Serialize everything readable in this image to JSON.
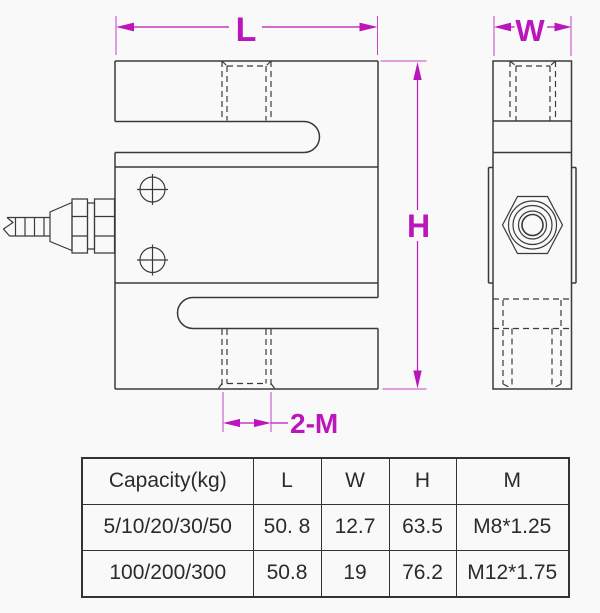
{
  "dimension_labels": {
    "length": "L",
    "width": "W",
    "height": "H",
    "bottom_thread": "2-M"
  },
  "table": {
    "headers": [
      "Capacity(kg)",
      "L",
      "W",
      "H",
      "M"
    ],
    "rows": [
      [
        "5/10/20/30/50",
        "50. 8",
        "12.7",
        "63.5",
        "M8*1.25"
      ],
      [
        "100/200/300",
        "50.8",
        "19",
        "76.2",
        "M12*1.75"
      ]
    ]
  },
  "colors": {
    "drawing_line": "#3a3a3a",
    "dimension": "#bb16bb",
    "table_border": "#333333",
    "table_text": "#2b2b2b",
    "background": "#f9f9f9"
  }
}
